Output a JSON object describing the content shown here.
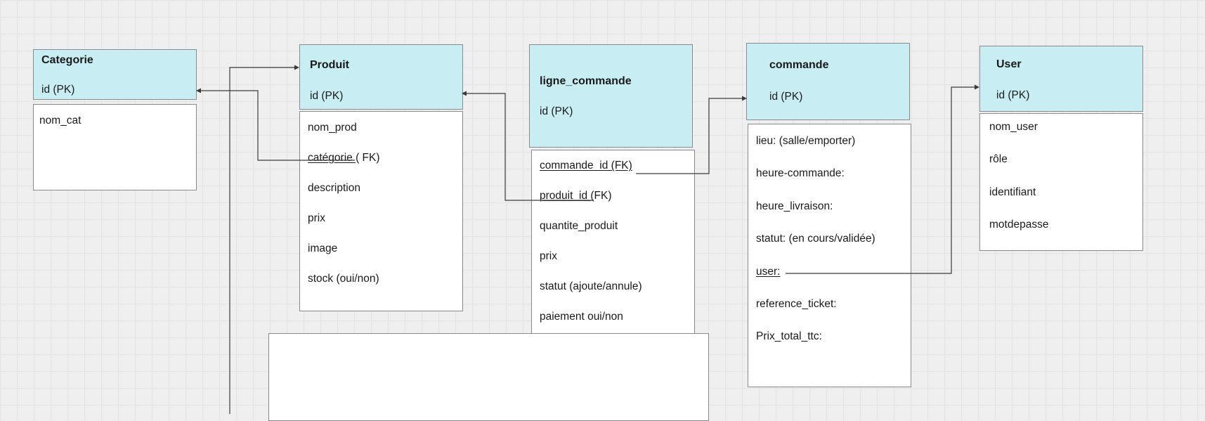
{
  "entities": {
    "categorie": {
      "title": "Categorie",
      "pk": "id (PK)",
      "fields": [
        "nom_cat"
      ]
    },
    "produit": {
      "title": "Produit",
      "pk": "id (PK)",
      "fields": [
        "nom_prod",
        "catégorie ( FK)",
        "description",
        "prix",
        "image",
        "stock (oui/non)"
      ],
      "fk_underlined": "catégorie ",
      "fk_rest": "( FK)"
    },
    "ligne_commande": {
      "title": "ligne_commande",
      "pk": "id (PK)",
      "fields": [
        "commande_id (FK)",
        "produit_id (FK)",
        "quantite_produit",
        "prix",
        "statut (ajoute/annule)",
        "paiement oui/non"
      ],
      "fk1_underlined": "commande_id (FK)",
      "fk2_underlined": "produit_id ",
      "fk2_rest": "(FK)"
    },
    "commande": {
      "title": "commande",
      "pk": "id (PK)",
      "fields": [
        "lieu: (salle/emporter)",
        "heure-commande:",
        "heure_livraison:",
        "statut: (en cours/validée)",
        "user:",
        "reference_ticket:",
        "Prix_total_ttc:"
      ]
    },
    "user": {
      "title": "User",
      "pk": "id (PK)",
      "fields": [
        "nom_user",
        "rôle",
        "identifiant",
        "motdepasse"
      ]
    }
  },
  "colors": {
    "header_fill": "#c8edf2",
    "body_fill": "#ffffff",
    "border": "#8a8a8a",
    "connector": "#3a3a3a"
  }
}
